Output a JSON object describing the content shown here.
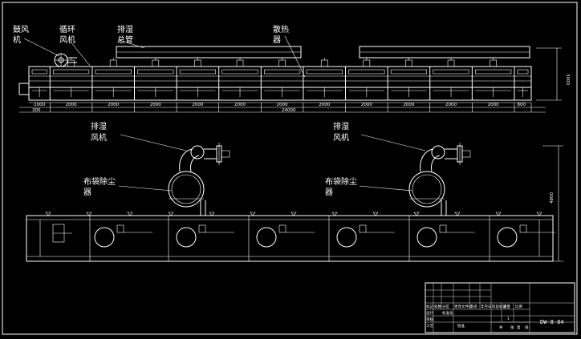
{
  "top_view": {
    "labels": {
      "blower_fan": [
        "鼓风",
        "机"
      ],
      "circulation_fan": [
        "循环",
        "风机"
      ],
      "exhaust_main_pipe": [
        "排湿",
        "总管"
      ],
      "radiator": [
        "散热",
        "器"
      ]
    },
    "segment_dims": [
      "1000",
      "2000",
      "2000",
      "2000",
      "2000",
      "2000",
      "2000",
      "2000",
      "2000",
      "2000",
      "2000",
      "2000",
      "800"
    ],
    "left_extra_dim": "300",
    "total_length": "24000",
    "height_dim": "3000"
  },
  "side_view": {
    "labels": {
      "exhaust_fan_left": [
        "排湿",
        "风机"
      ],
      "exhaust_fan_right": [
        "排湿",
        "风机"
      ],
      "bag_filter_left": [
        "布袋除尘",
        "器"
      ],
      "bag_filter_right": [
        "布袋除尘",
        "器"
      ]
    },
    "height_dim": "4800"
  },
  "title_block": {
    "drawing_code": "DW-8-84",
    "row_label_a": "标记",
    "row_label_b": "处数",
    "row_label_c": "分区",
    "row_label_d": "更改文件号",
    "row_label_e": "签名",
    "row_label_f": "年月日",
    "design": "设计",
    "check": "审核",
    "process": "工艺",
    "standard": "标准化",
    "approve": "批准",
    "stage_label": "阶段标记",
    "weight_label": "重量",
    "scale_label": "比例",
    "sheet_total": "共",
    "sheet_num": "第",
    "sheet_count": "张",
    "quantity": "1"
  }
}
